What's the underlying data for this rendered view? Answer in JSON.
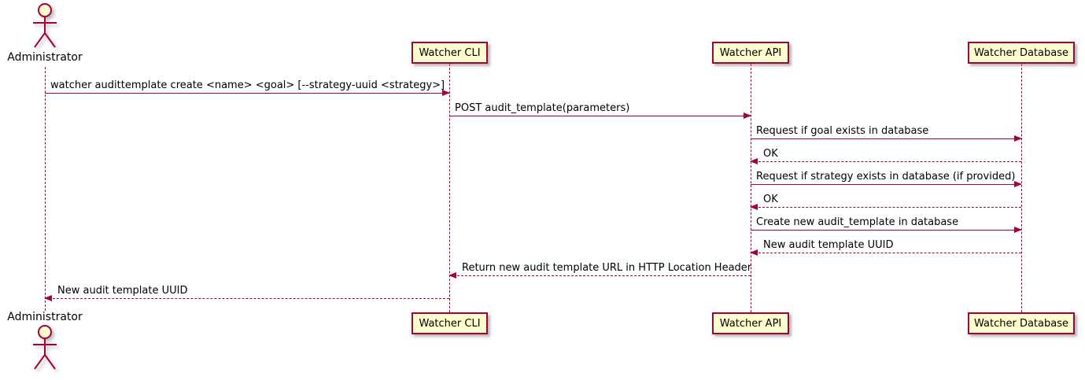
{
  "diagram": {
    "kind": "uml-sequence-diagram",
    "colors": {
      "accent": "#A80036",
      "participant_fill": "#FEFECE",
      "text": "#000000",
      "background": "#FFFFFF"
    },
    "participants": {
      "admin": {
        "label": "Administrator",
        "kind": "actor"
      },
      "cli": {
        "label": "Watcher CLI",
        "kind": "participant"
      },
      "api": {
        "label": "Watcher API",
        "kind": "participant"
      },
      "db": {
        "label": "Watcher Database",
        "kind": "participant"
      }
    },
    "messages": [
      {
        "from": "Administrator",
        "to": "Watcher CLI",
        "line": "solid",
        "text": "watcher audittemplate create <name> <goal> [--strategy-uuid <strategy>]"
      },
      {
        "from": "Watcher CLI",
        "to": "Watcher API",
        "line": "solid",
        "text": "POST audit_template(parameters)"
      },
      {
        "from": "Watcher API",
        "to": "Watcher Database",
        "line": "solid",
        "text": "Request if goal exists in database"
      },
      {
        "from": "Watcher Database",
        "to": "Watcher API",
        "line": "dashed",
        "text": "OK"
      },
      {
        "from": "Watcher API",
        "to": "Watcher Database",
        "line": "solid",
        "text": "Request if strategy exists in database (if provided)"
      },
      {
        "from": "Watcher Database",
        "to": "Watcher API",
        "line": "dashed",
        "text": "OK"
      },
      {
        "from": "Watcher API",
        "to": "Watcher Database",
        "line": "solid",
        "text": "Create new audit_template in database"
      },
      {
        "from": "Watcher Database",
        "to": "Watcher API",
        "line": "dashed",
        "text": "New audit template UUID"
      },
      {
        "from": "Watcher API",
        "to": "Watcher CLI",
        "line": "dashed",
        "text": "Return new audit template URL in HTTP Location Header"
      },
      {
        "from": "Watcher CLI",
        "to": "Administrator",
        "line": "dashed",
        "text": "New audit template UUID"
      }
    ]
  }
}
